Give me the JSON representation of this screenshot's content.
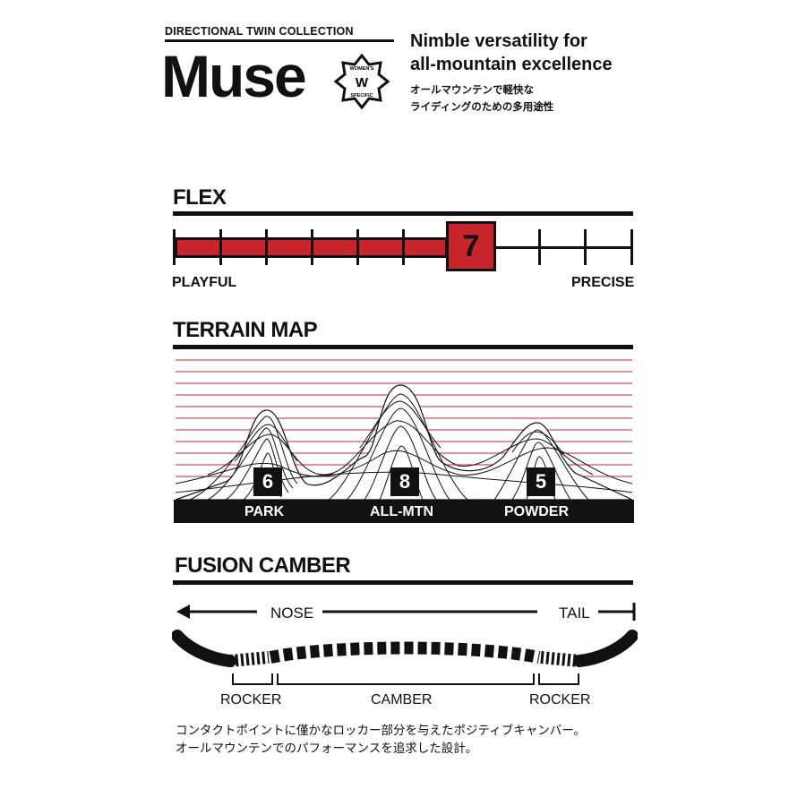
{
  "header": {
    "collection": "DIRECTIONAL TWIN COLLECTION",
    "model": "Muse",
    "badge": {
      "top": "WOMEN'S",
      "letter": "W",
      "bottom": "SPECIFIC"
    },
    "tagline_en": [
      "Nimble versatility for",
      "all-mountain excellence"
    ],
    "tagline_ja": [
      "オールマウンテンで軽快な",
      "ライディングのための多用途性"
    ]
  },
  "flex": {
    "title": "FLEX",
    "value": "7",
    "scale_max": 10,
    "label_left": "PLAYFUL",
    "label_right": "PRECISE"
  },
  "terrain": {
    "title": "TERRAIN MAP",
    "items": [
      {
        "label": "PARK",
        "score": "6"
      },
      {
        "label": "ALL-MTN",
        "score": "8"
      },
      {
        "label": "POWDER",
        "score": "5"
      }
    ]
  },
  "camber": {
    "title": "FUSION CAMBER",
    "nose_label": "NOSE",
    "tail_label": "TAIL",
    "zones": [
      "ROCKER",
      "CAMBER",
      "ROCKER"
    ],
    "description": [
      "コンタクトポイントに僅かなロッカー部分を与えたポジティブキャンバー。",
      "オールマウンテンでのパフォーマンスを追求した設計。"
    ]
  },
  "colors": {
    "accent": "#c8242c",
    "ink": "#111111"
  }
}
